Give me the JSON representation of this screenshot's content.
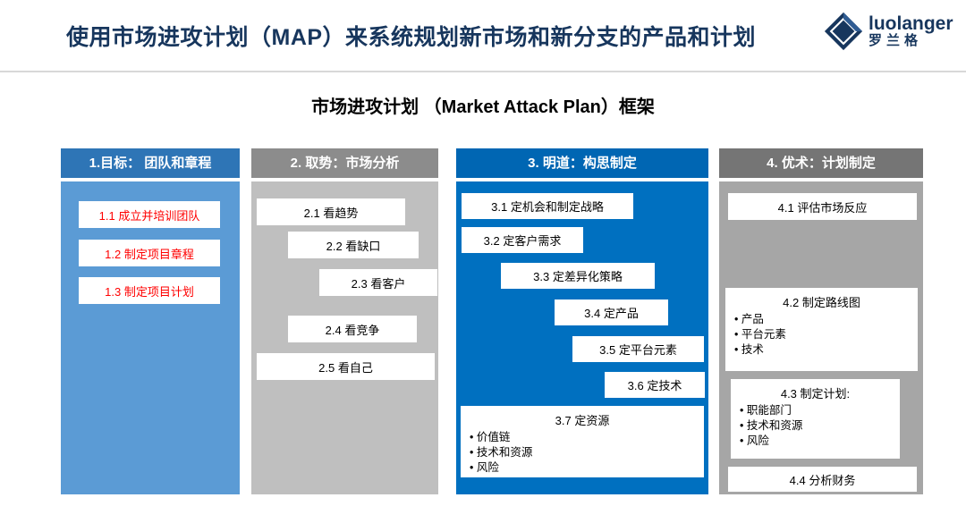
{
  "header": {
    "title": "使用市场进攻计划（MAP）来系统规划新市场和新分支的产品和计划",
    "logo": {
      "name": "luolanger",
      "cn": "罗兰格"
    }
  },
  "subtitle": "市场进攻计划 （Market Attack Plan）框架",
  "columns": [
    {
      "header": "1.目标： 团队和章程",
      "items": [
        {
          "label": "1.1 成立并培训团队"
        },
        {
          "label": "1.2 制定项目章程"
        },
        {
          "label": "1.3 制定项目计划"
        }
      ]
    },
    {
      "header": "2. 取势：市场分析",
      "items": [
        {
          "label": "2.1 看趋势"
        },
        {
          "label": "2.2 看缺口"
        },
        {
          "label": "2.3 看客户"
        },
        {
          "label": "2.4 看竞争"
        },
        {
          "label": "2.5 看自己"
        }
      ]
    },
    {
      "header": "3. 明道：构思制定",
      "items": [
        {
          "label": "3.1 定机会和制定战略"
        },
        {
          "label": "3.2 定客户需求"
        },
        {
          "label": "3.3 定差异化策略"
        },
        {
          "label": "3.4 定产品"
        },
        {
          "label": "3.5 定平台元素"
        },
        {
          "label": "3.6 定技术"
        },
        {
          "label": "3.7 定资源",
          "bullets": [
            "价值链",
            "技术和资源",
            "风险"
          ]
        }
      ]
    },
    {
      "header": "4. 优术：计划制定",
      "items": [
        {
          "label": "4.1 评估市场反应"
        },
        {
          "label": "4.2 制定路线图",
          "bullets": [
            "产品",
            "平台元素",
            "技术"
          ]
        },
        {
          "label": "4.3 制定计划:",
          "bullets": [
            "职能部门",
            "技术和资源",
            "风险"
          ]
        },
        {
          "label": "4.4 分析财务"
        }
      ]
    }
  ],
  "colors": {
    "title_navy": "#17365D",
    "col1_header": "#2E75B6",
    "col1_body": "#5B9BD5",
    "col2_header": "#8C8C8C",
    "col2_body": "#BFBFBF",
    "col3_header": "#0066B3",
    "col3_body": "#0070C0",
    "col4_header": "#757575",
    "col4_body": "#A6A6A6",
    "item_text_red": "#FF0000"
  }
}
